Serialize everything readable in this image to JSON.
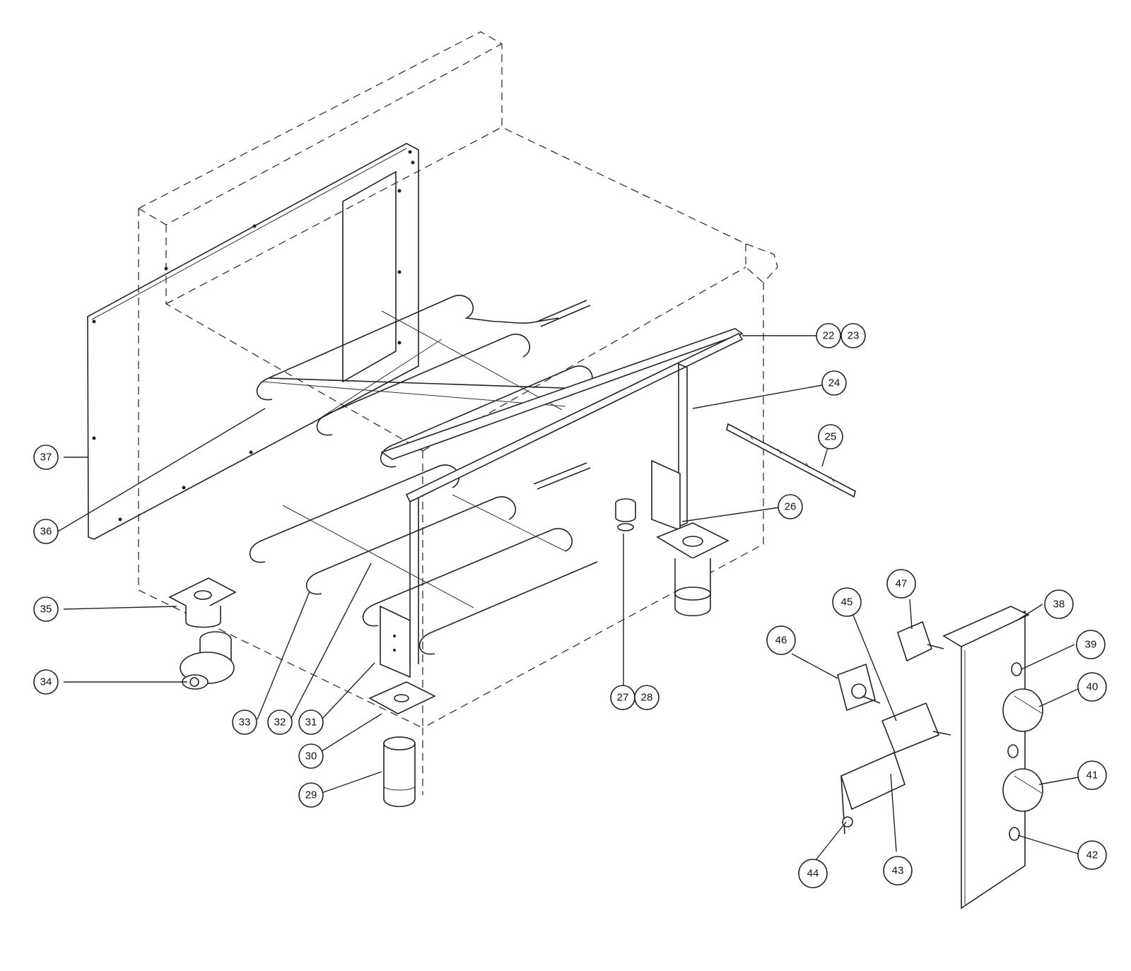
{
  "diagram": {
    "callouts": [
      {
        "id": "c22",
        "label": "22"
      },
      {
        "id": "c23",
        "label": "23"
      },
      {
        "id": "c24",
        "label": "24"
      },
      {
        "id": "c25",
        "label": "25"
      },
      {
        "id": "c26",
        "label": "26"
      },
      {
        "id": "c27",
        "label": "27"
      },
      {
        "id": "c28",
        "label": "28"
      },
      {
        "id": "c29",
        "label": "29"
      },
      {
        "id": "c30",
        "label": "30"
      },
      {
        "id": "c31",
        "label": "31"
      },
      {
        "id": "c32",
        "label": "32"
      },
      {
        "id": "c33",
        "label": "33"
      },
      {
        "id": "c34",
        "label": "34"
      },
      {
        "id": "c35",
        "label": "35"
      },
      {
        "id": "c36",
        "label": "36"
      },
      {
        "id": "c37",
        "label": "37"
      },
      {
        "id": "c38",
        "label": "38"
      },
      {
        "id": "c39",
        "label": "39"
      },
      {
        "id": "c40",
        "label": "40"
      },
      {
        "id": "c41",
        "label": "41"
      },
      {
        "id": "c42",
        "label": "42"
      },
      {
        "id": "c43",
        "label": "43"
      },
      {
        "id": "c44",
        "label": "44"
      },
      {
        "id": "c45",
        "label": "45"
      },
      {
        "id": "c46",
        "label": "46"
      },
      {
        "id": "c47",
        "label": "47"
      }
    ]
  },
  "colors": {
    "line": "#222222",
    "background": "#ffffff"
  }
}
